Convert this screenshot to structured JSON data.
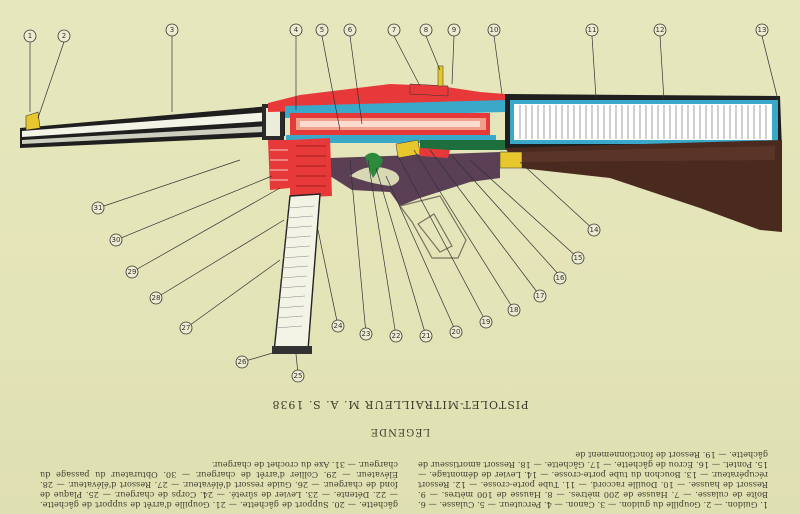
{
  "title": "PISTOLET-MITRAILLEUR M. A. S. 1938",
  "legend_heading": "LÉGENDE",
  "legend_right": "1. Guidon. — 2. Goupille du guidon. — 3. Canon. — 4. Percuteur. — 5. Culasse. — 6. Boîte de culasse. — 7. Hausse de 200 mètres. — 8. Hausse de 100 mètres. — 9. Ressort de hausse. — 10. Douille raccord. — 11. Tube porte-crosse. — 12. Ressort récupérateur. — 13. Bouchon du tube porte-crosse. — 14. Levier de démontage. — 15. Pontet. — 16. Écrou de gâchette. — 17. Gâchette. — 18. Ressort amortisseur de gâchette. — 19. Ressort de fonctionnement de",
  "legend_left": "gâchette. — 20. Support de gâchette. — 21. Goupille d'arrêt de support de gâchette. — 22. Détente. — 23. Levier de sûreté. — 24. Corps de chargeur. — 25. Plaque de fond de chargeur. — 26. Guide ressort d'élévateur. — 27. Ressort d'élévateur. — 28. Élévateur. — 29. Collier d'arrêt de chargeur. — 30. Obturateur du passage du chargeur. — 31. Axe du crochet de chargeur.",
  "callouts": [
    "1",
    "2",
    "3",
    "4",
    "5",
    "6",
    "7",
    "8",
    "9",
    "10",
    "11",
    "12",
    "13",
    "14",
    "15",
    "16",
    "17",
    "18",
    "19",
    "20",
    "21",
    "22",
    "23",
    "24",
    "25",
    "26",
    "27",
    "28",
    "29",
    "30",
    "31"
  ],
  "colors": {
    "red": "#e8393a",
    "blue": "#3aa9c9",
    "yellow": "#e8c72e",
    "wood": "#4a2a1e",
    "grip": "#5a3f55",
    "green": "#1d6f3e"
  }
}
